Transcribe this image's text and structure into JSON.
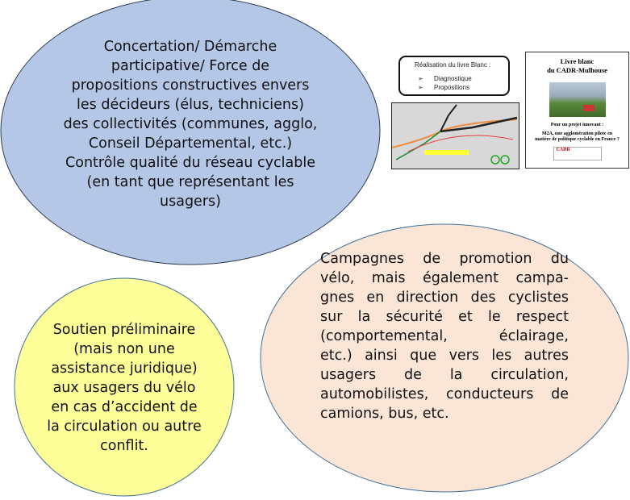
{
  "bubbles": {
    "blue": {
      "color": "#b4c7e7",
      "lines": [
        "Concertation/ Démarche",
        "participative/  Force de",
        "propositions constructives envers",
        "les décideurs (élus, techniciens)",
        "des collectivités (communes, agglo,",
        "Conseil Départemental, etc.)",
        "Contrôle qualité du réseau cyclable",
        "(en tant que représentant les",
        "usagers)"
      ]
    },
    "orange": {
      "color": "#fbe5d6",
      "lines": [
        "Campagnes de promotion du",
        "vélo, mais également campa-",
        "gnes en direction des cyclistes",
        "sur la sécurité et le respect",
        "(comportemental,     éclairage,",
        "etc.)  ainsi que vers les autres",
        "usagers   de   la   circulation,",
        "automobilistes, conducteurs de",
        "camions, bus, etc."
      ]
    },
    "yellow": {
      "color": "#ffff99",
      "lines": [
        "Soutien préliminaire",
        "(mais non une",
        "assistance juridique)",
        "aux usagers du vélo",
        "en cas d’accident de",
        "la circulation ou autre",
        "conflit."
      ]
    }
  },
  "livre_box": {
    "title": "Réalisation du livre Blanc :",
    "items": [
      "Diagnostique",
      "Propositions"
    ]
  },
  "cover": {
    "title1": "Livre blanc",
    "title2": "du CADR-Mulhouse",
    "subtitle": "Pour un projet innovant :",
    "body": "M2A, une agglomération pilote en matière de politique cyclable en France ?",
    "logo": "CADR"
  }
}
